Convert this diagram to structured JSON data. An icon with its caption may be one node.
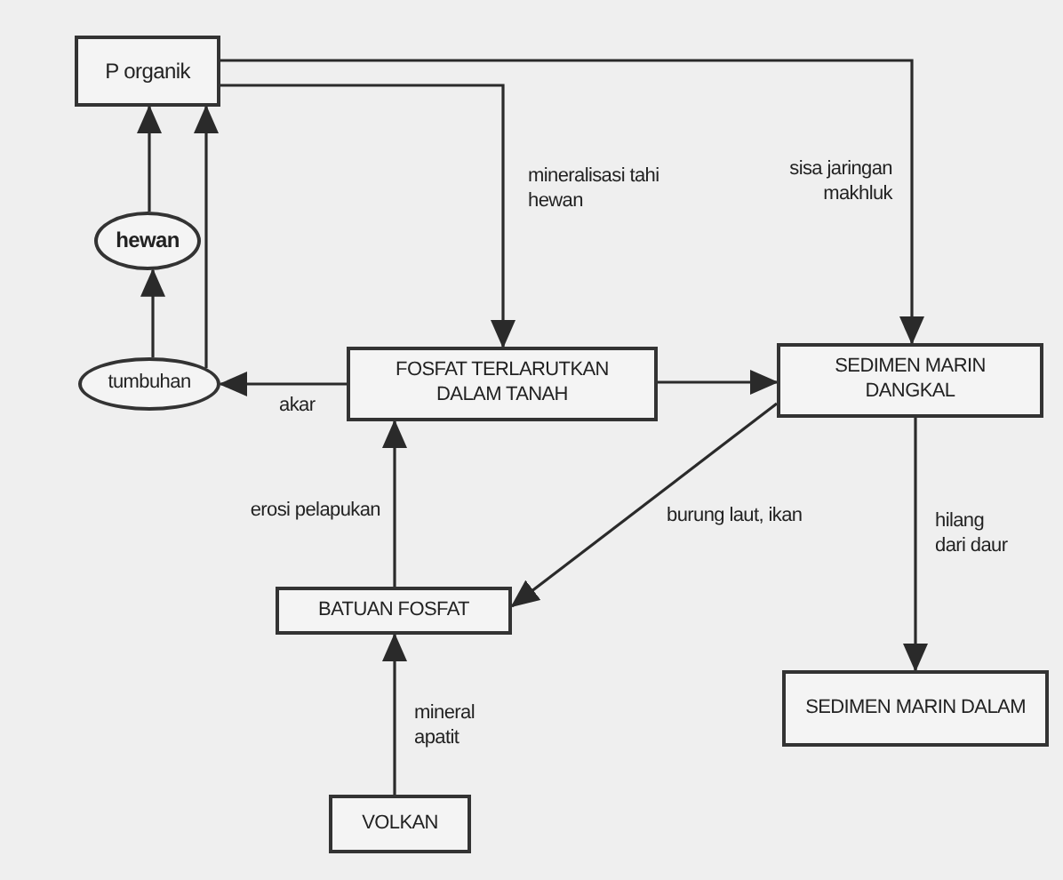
{
  "diagram": {
    "nodes": [
      {
        "text": [
          "P organik"
        ]
      },
      {
        "text": [
          "hewan"
        ]
      },
      {
        "text": [
          "tumbuhan"
        ]
      },
      {
        "text": [
          "FOSFAT TERLARUTKAN DALAM TANAH"
        ]
      },
      {
        "text": [
          "SEDIMEN MARIN DANGKAL"
        ]
      },
      {
        "text": [
          "BATUAN FOSFAT"
        ]
      },
      {
        "text": [
          "SEDIMEN MARIN DALAM"
        ]
      },
      {
        "text": [
          "VOLKAN"
        ]
      }
    ],
    "edges": [
      {
        "from": 2,
        "to": 1,
        "arrow": "to"
      },
      {
        "from": 1,
        "to": 0,
        "arrow": "to"
      },
      {
        "from": 2,
        "to": 0,
        "arrow": "to"
      },
      {
        "from": 0,
        "to": 3,
        "arrow": "to",
        "label": "mineralisasi tahi hewan"
      },
      {
        "from": 0,
        "to": 4,
        "arrow": "to",
        "label": "sisa jaringan makhluk"
      },
      {
        "from": 3,
        "to": 2,
        "arrow": "to",
        "label": "akar"
      },
      {
        "from": 3,
        "to": 4,
        "arrow": "to"
      },
      {
        "from": 4,
        "to": 5,
        "arrow": "to",
        "label": "burung laut, ikan"
      },
      {
        "from": 5,
        "to": 3,
        "arrow": "to",
        "label": "erosi pelapukan"
      },
      {
        "from": 4,
        "to": 6,
        "arrow": "to",
        "label": "hilang dari daur"
      },
      {
        "from": 7,
        "to": 5,
        "arrow": "to",
        "label": "mineral apatit"
      }
    ]
  }
}
